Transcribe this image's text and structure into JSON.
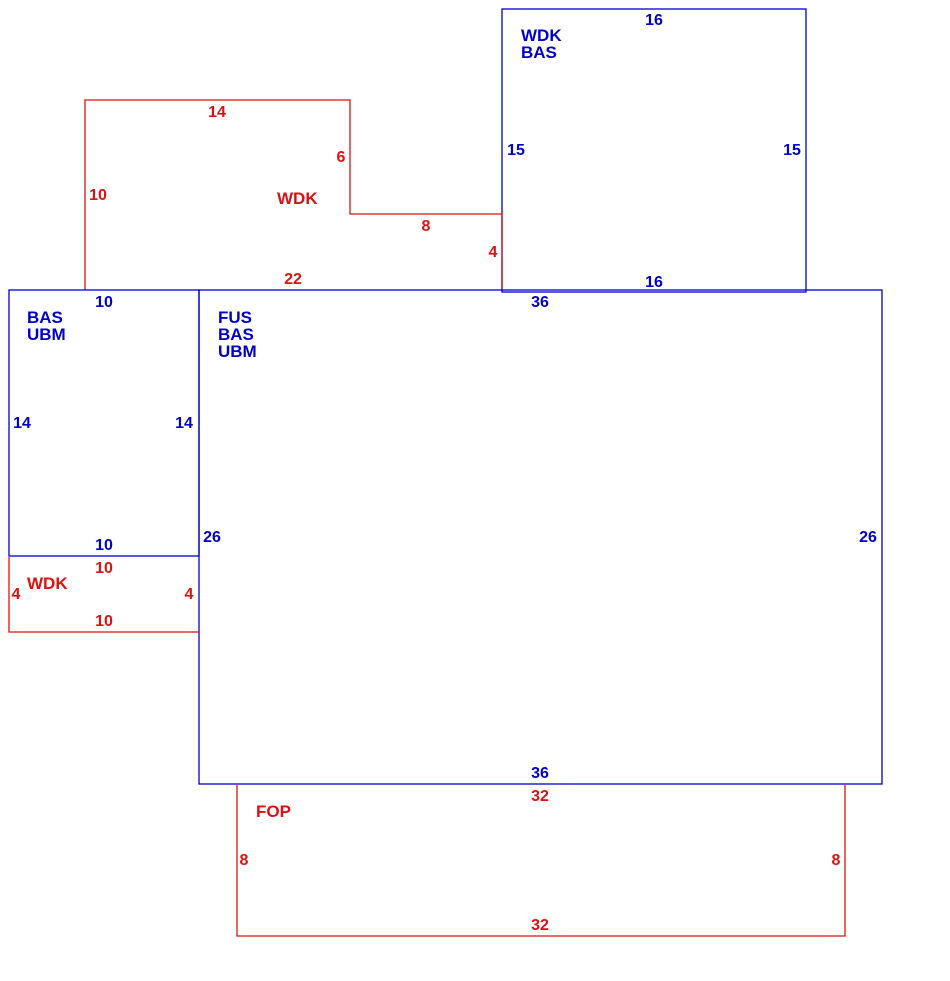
{
  "colors": {
    "living": "#0000cc",
    "exterior": "#dd1111",
    "background": "#ffffff"
  },
  "areas": [
    {
      "id": "wdk-bas-upper",
      "color": "living",
      "labels": [
        "WDK",
        "BAS"
      ],
      "dimensions": {
        "top": "16",
        "left": "15",
        "right": "15",
        "bottom": "16"
      }
    },
    {
      "id": "wdk-upper-left",
      "color": "exterior",
      "labels": [
        "WDK"
      ],
      "dimensions": {
        "top": "14",
        "left": "10",
        "notch_right": "6",
        "notch_bottom": "8",
        "step_right": "4",
        "bottom": "22"
      }
    },
    {
      "id": "bas-ubm-left",
      "color": "living",
      "labels": [
        "BAS",
        "UBM"
      ],
      "dimensions": {
        "top": "10",
        "left": "14",
        "right": "14",
        "bottom": "10"
      }
    },
    {
      "id": "fus-bas-ubm-main",
      "color": "living",
      "labels": [
        "FUS",
        "BAS",
        "UBM"
      ],
      "dimensions": {
        "top": "36",
        "left": "26",
        "right": "26",
        "bottom": "36"
      }
    },
    {
      "id": "wdk-lower-left",
      "color": "exterior",
      "labels": [
        "WDK"
      ],
      "dimensions": {
        "top": "10",
        "left": "4",
        "right": "4",
        "bottom": "10"
      }
    },
    {
      "id": "fop-porch",
      "color": "exterior",
      "labels": [
        "FOP"
      ],
      "dimensions": {
        "top": "32",
        "left": "8",
        "right": "8",
        "bottom": "32"
      }
    }
  ]
}
